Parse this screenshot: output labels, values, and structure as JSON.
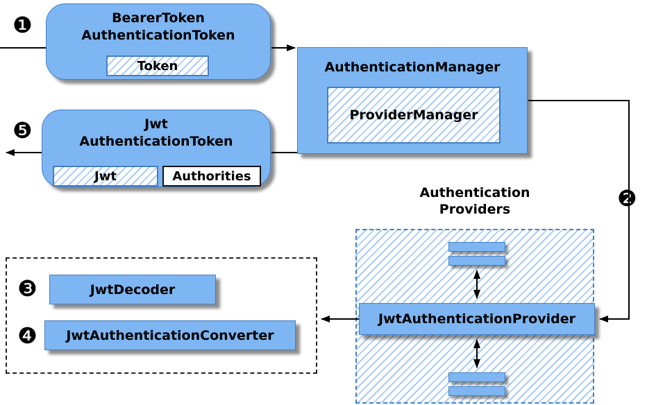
{
  "colors": {
    "box_fill": "#7db6f2",
    "hatch_stripe": "#a9ccf5",
    "border_blue": "#467fc2",
    "arrow": "#000000"
  },
  "badges": {
    "step1": "❶",
    "step2": "❷",
    "step3": "❸",
    "step4": "❹",
    "step5": "❺"
  },
  "bearer_token_node": {
    "title_line1": "BearerToken",
    "title_line2": "AuthenticationToken",
    "token_label": "Token"
  },
  "authentication_manager_node": {
    "title": "AuthenticationManager",
    "inner_label": "ProviderManager"
  },
  "jwt_authentication_token_node": {
    "title_line1": "Jwt",
    "title_line2": "AuthenticationToken",
    "jwt_label": "Jwt",
    "authorities_label": "Authorities"
  },
  "authentication_providers_group": {
    "title_line1": "Authentication",
    "title_line2": "Providers",
    "provider_label": "JwtAuthenticationProvider"
  },
  "converter_group": {
    "decoder_label": "JwtDecoder",
    "converter_label": "JwtAuthenticationConverter"
  }
}
